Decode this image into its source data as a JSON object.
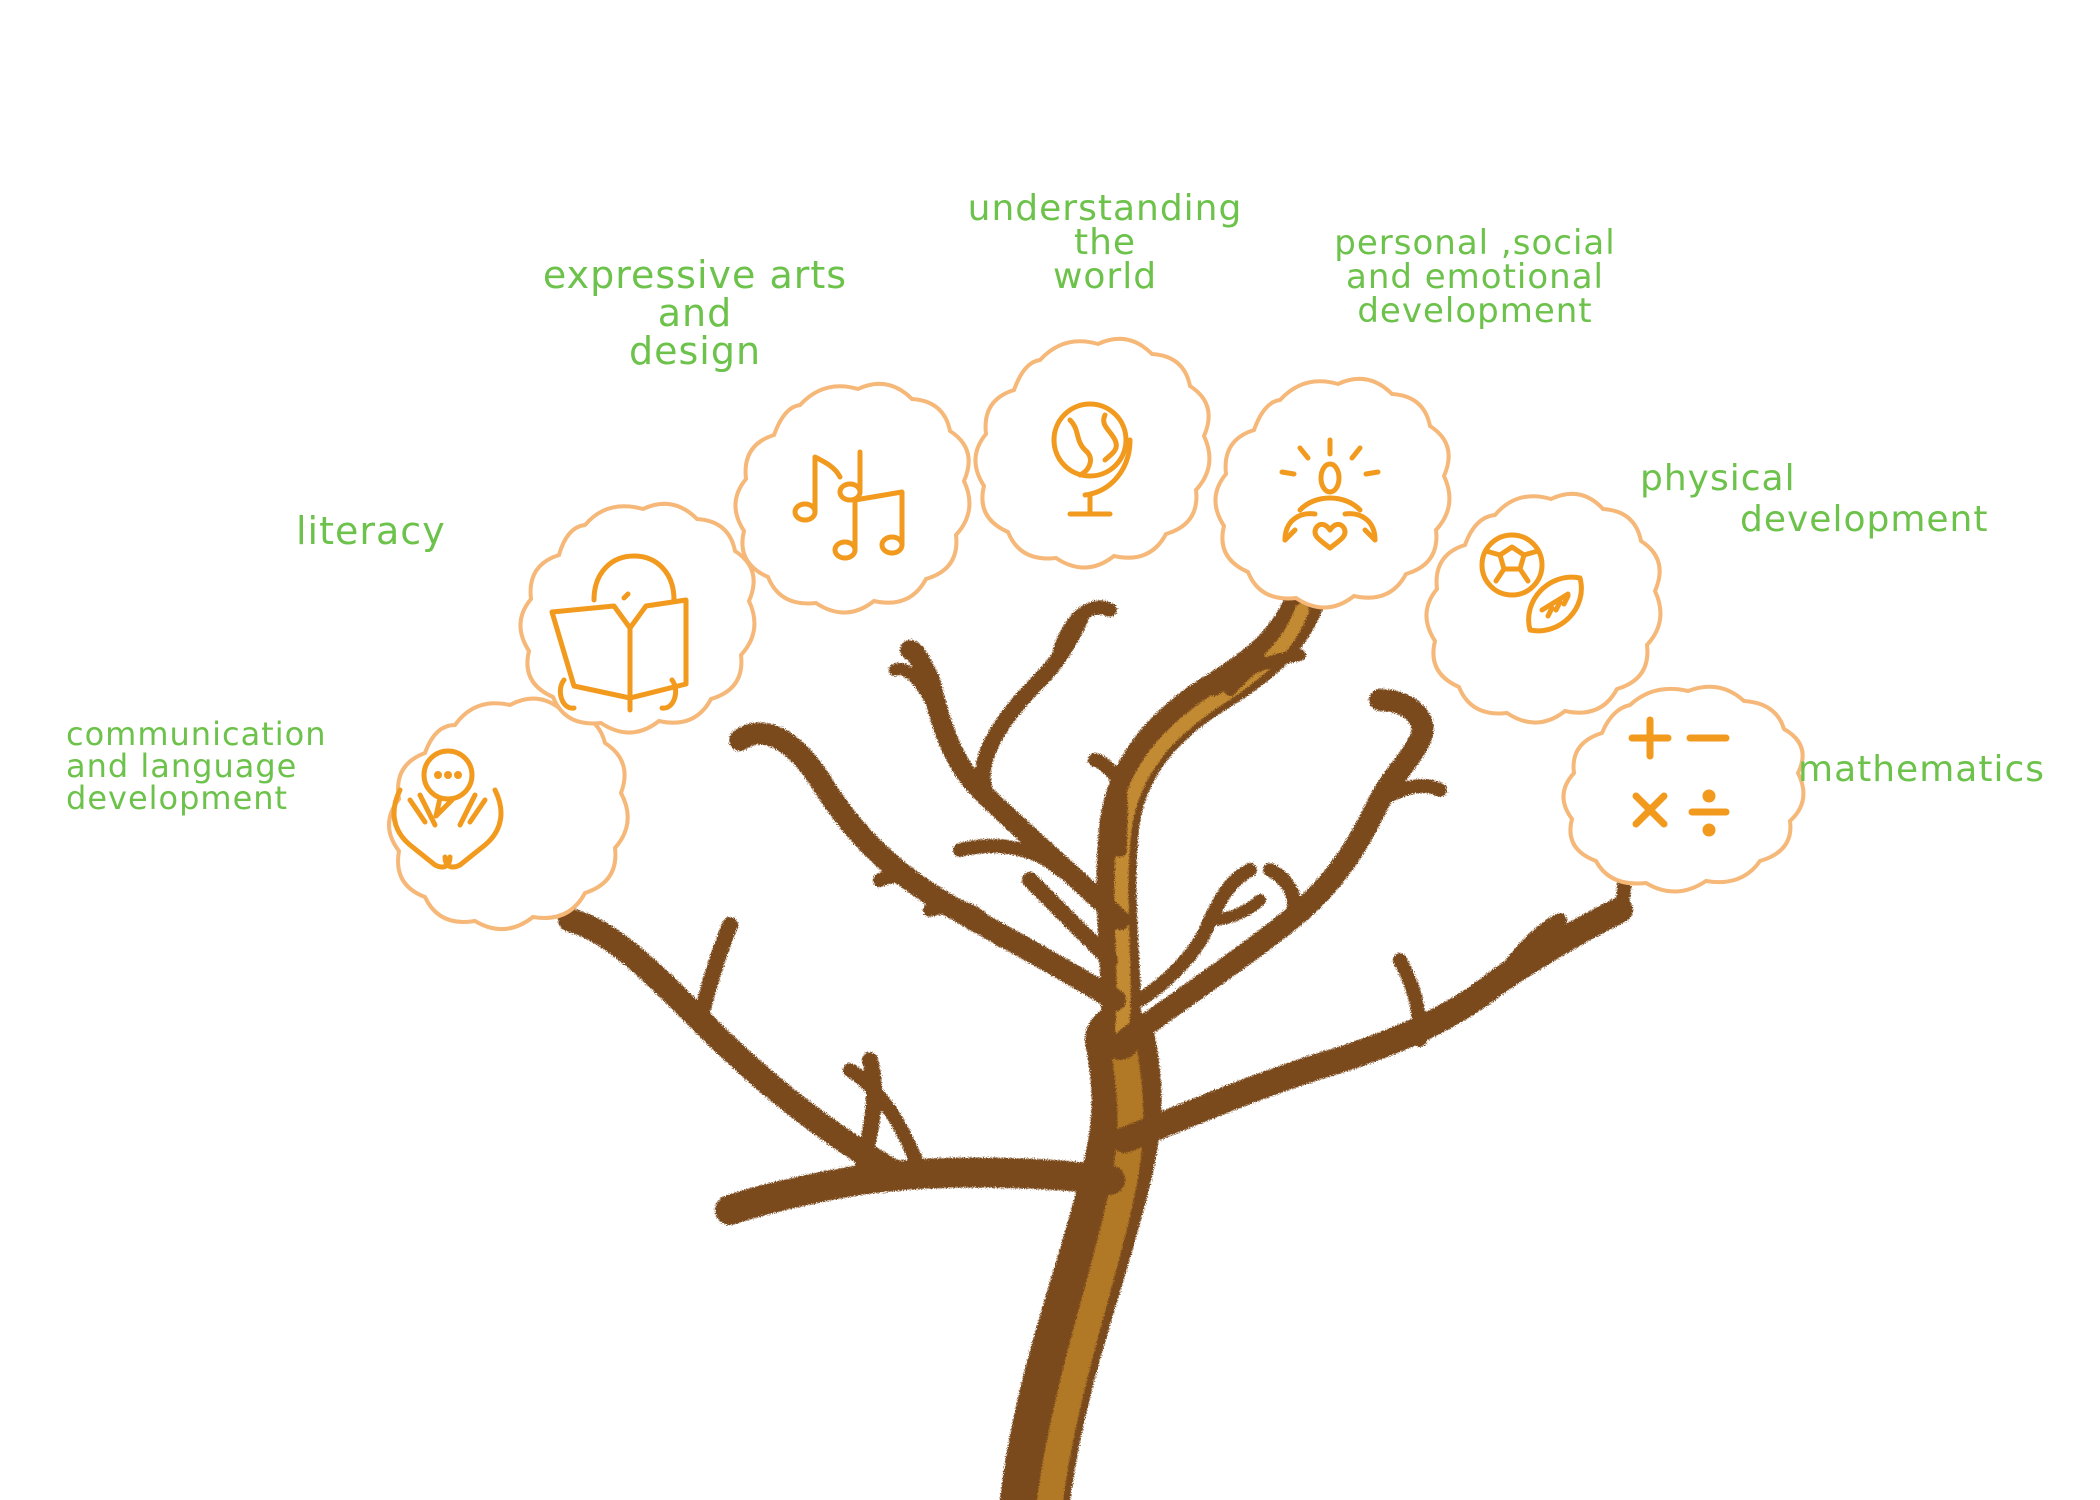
{
  "colors": {
    "label_green": "#6cc24a",
    "icon_orange": "#f29a1e",
    "bubble_outline": "#f5b878",
    "trunk_brown": "#7a4a1e",
    "trunk_highlight": "#c98b2a",
    "background": "#ffffff"
  },
  "areas": [
    {
      "id": "communication",
      "icon": "speech-hands-icon",
      "lines": [
        "communication",
        "and language",
        "development"
      ]
    },
    {
      "id": "literacy",
      "icon": "reading-book-icon",
      "lines": [
        "literacy"
      ]
    },
    {
      "id": "expressive-arts",
      "icon": "music-notes-icon",
      "lines": [
        "expressive arts",
        "and",
        "design"
      ]
    },
    {
      "id": "understanding-world",
      "icon": "globe-icon",
      "lines": [
        "understanding",
        "the",
        "world"
      ]
    },
    {
      "id": "personal-social",
      "icon": "person-heart-icon",
      "lines": [
        "personal ,social",
        "and emotional",
        "development"
      ]
    },
    {
      "id": "physical",
      "icon": "sports-balls-icon",
      "lines": [
        "physical",
        "development"
      ]
    },
    {
      "id": "mathematics",
      "icon": "math-symbols-icon",
      "lines": [
        "mathematics"
      ]
    }
  ]
}
